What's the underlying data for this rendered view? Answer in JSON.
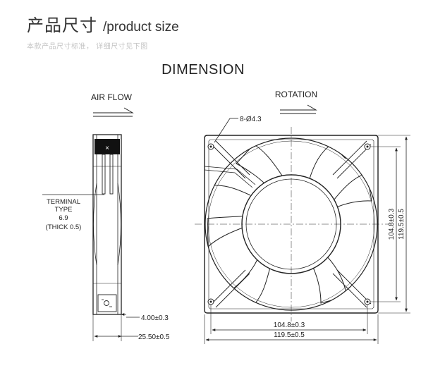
{
  "header": {
    "title_cn": "产品尺寸",
    "title_en": "/product size",
    "subtitle": "本款产品尺寸标准，  详细尺寸见下图"
  },
  "drawing": {
    "title": "DIMENSION",
    "air_flow_label": "AIR FLOW",
    "rotation_label": "ROTATION",
    "hole_label": "8-Ø4.3",
    "terminal": {
      "line1": "TERMINAL",
      "line2": "TYPE",
      "line3": "6.9",
      "line4": "(THICK 0.5)"
    },
    "dims": {
      "mount_depth": "4.00±0.3",
      "thickness": "25.50±0.5",
      "hole_pitch_h": "104.8±0.3",
      "width": "119.5±0.5",
      "hole_pitch_v": "104.8±0.3",
      "height": "119.5±0.5"
    }
  }
}
